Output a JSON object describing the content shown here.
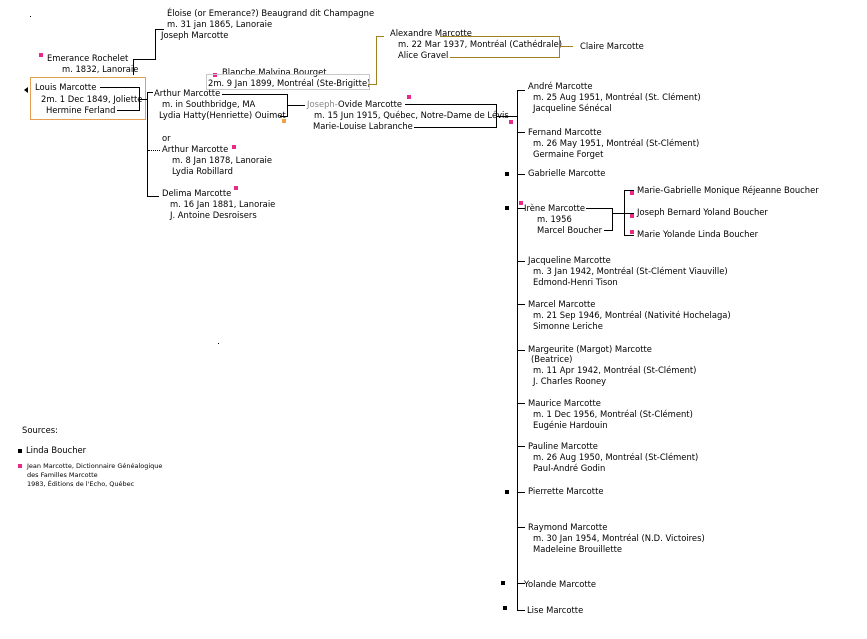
{
  "people": {
    "eloise": {
      "name": "Éloise (or Emerance?) Beaugrand dit Champagne",
      "marriage": "m. 31 jan 1865, Lanoraie"
    },
    "joseph_sr": {
      "name": "Joseph Marcotte"
    },
    "emerance": {
      "name": "Emerance Rochelet",
      "marriage": "m. 1832, Lanoraie"
    },
    "louis": {
      "name": "Louis Marcotte",
      "marriage": "2m. 1 Dec 1849, Joliette",
      "spouse": "Hermine Ferland"
    },
    "blanche": {
      "name": "Blanche  Malvina  Bourget",
      "marriage": "2m.  9 Jan 1899, Montréal (Ste-Brigitte)"
    },
    "alexandre": {
      "name": "Alexandre Marcotte",
      "marriage": "m. 22 Mar 1937, Montréal (Cathédrale)",
      "spouse": "Alice Gravel"
    },
    "claire": {
      "name": "Claire Marcotte"
    },
    "arthur1": {
      "name": "Arthur Marcotte",
      "marriage": "m. in Southbridge, MA",
      "spouse": "Lydia Hatty(Henriette) Ouimet"
    },
    "joseph_ovide": {
      "name_prefix": "Joseph-",
      "name": "Ovide Marcotte",
      "marriage": "m. 15 Jun 1915, Québec, Notre-Dame de Lévis",
      "spouse": "Marie-Louise Labranche"
    },
    "or_label": "or",
    "arthur2": {
      "name": "Arthur Marcotte",
      "marriage": "m.  8 Jan 1878, Lanoraie",
      "spouse": "Lydia Robillard"
    },
    "delima": {
      "name": "Delima Marcotte",
      "marriage": "m. 16 Jan 1881, Lanoraie",
      "spouse": "J. Antoine Desroisers"
    }
  },
  "children": {
    "andre": {
      "name": "André Marcotte",
      "marriage": "m. 25 Aug 1951, Montréal (St. Clément)",
      "spouse": "Jacqueline Sénécal"
    },
    "fernand": {
      "name": "Fernand Marcotte",
      "marriage": "m. 26 May 1951, Montréal (St-Clément)",
      "spouse": "Germaine Forget"
    },
    "gabrielle": {
      "name": "Gabrielle Marcotte"
    },
    "irene": {
      "name": "Irène Marcotte",
      "marriage": "m. 1956",
      "spouse": "Marcel Boucher"
    },
    "jacqueline": {
      "name": "Jacqueline Marcotte",
      "marriage": "m. 3 Jan 1942, Montréal (St-Clément Viauville)",
      "spouse": "Edmond-Henri Tison"
    },
    "marcel": {
      "name": "Marcel Marcotte",
      "marriage": "m. 21 Sep 1946, Montréal (Nativité Hochelaga)",
      "spouse": "Simonne Leriche"
    },
    "marguerite": {
      "name": "Margeurite (Margot) Marcotte",
      "alt": "(Beatrice)",
      "marriage": "m. 11 Apr 1942, Montréal (St-Clément)",
      "spouse": "J. Charles Rooney"
    },
    "maurice": {
      "name": "Maurice Marcotte",
      "marriage": "m. 1 Dec 1956, Montréal (St-Clément)",
      "spouse": "Eugénie Hardouin"
    },
    "pauline": {
      "name": "Pauline Marcotte",
      "marriage": "m. 26 Aug 1950, Montréal  (St-Clément)",
      "spouse": "Paul-André Godin"
    },
    "pierrette": {
      "name": "Pierrette Marcotte"
    },
    "raymond": {
      "name": "Raymond Marcotte",
      "marriage": "m. 30 Jan 1954, Montréal (N.D. Victoires)",
      "spouse": "Madeleine Brouillette"
    },
    "yolande": {
      "name": "Yolande Marcotte"
    },
    "lise": {
      "name": "Lise Marcotte"
    }
  },
  "grandchildren": {
    "marie_gabrielle": "Marie-Gabrielle Monique Réjeanne Boucher",
    "joseph_bernard": "Joseph Bernard Yoland Boucher",
    "marie_yolande": "Marie Yolande Linda Boucher"
  },
  "sources": {
    "title": "Sources:",
    "linda": "Linda Boucher",
    "jean_line1": "Jean Marcotte, Dictionnaire Généalogique",
    "jean_line2": "des Familles Marcotte",
    "jean_line3": "1983, Éditions de l'Echo, Québec"
  },
  "colors": {
    "pink_marker": "#e8298a",
    "black_marker": "#000000",
    "orange_marker": "#f0a040",
    "olive_line": "#a08020",
    "orange_box": "#e0a050"
  }
}
